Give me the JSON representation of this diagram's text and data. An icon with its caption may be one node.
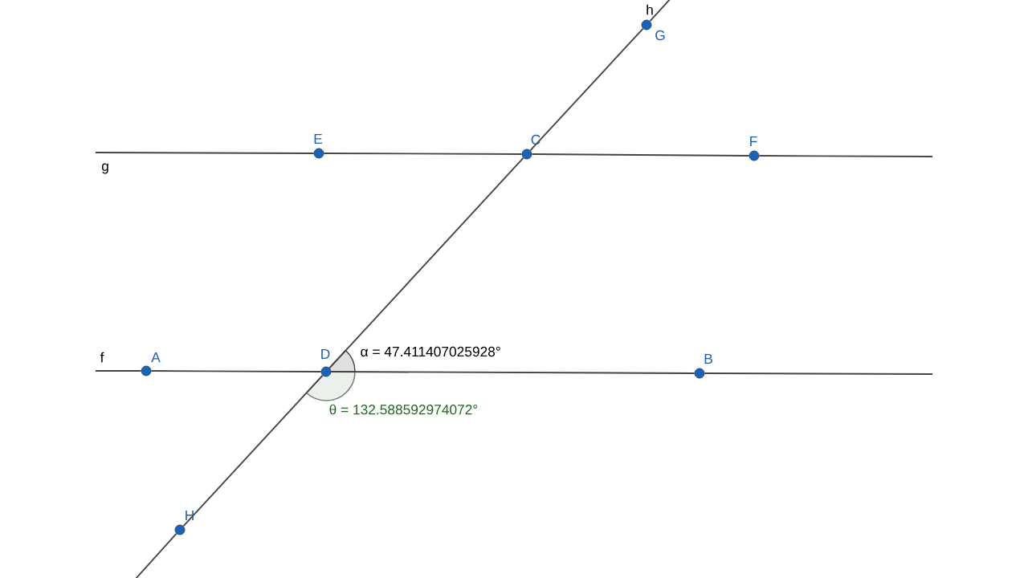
{
  "diagram": {
    "nodes": [
      {
        "text": [],
        "shape": "circle",
        "beside": [
          "G"
        ]
      },
      {
        "text": [],
        "shape": "circle",
        "beside": [
          "E"
        ]
      },
      {
        "text": [],
        "shape": "circle",
        "beside": [
          "C"
        ]
      },
      {
        "text": [],
        "shape": "circle",
        "beside": [
          "F"
        ]
      },
      {
        "text": [],
        "shape": "circle",
        "beside": [
          "A"
        ]
      },
      {
        "text": [],
        "shape": "circle",
        "beside": [
          "D"
        ]
      },
      {
        "text": [],
        "shape": "circle",
        "beside": [
          "B"
        ]
      },
      {
        "text": [],
        "shape": "circle",
        "beside": [
          "H"
        ]
      }
    ],
    "edges": [
      {
        "from": 1,
        "to": 2,
        "arrow": "none"
      },
      {
        "from": 2,
        "to": 3,
        "arrow": "none"
      },
      {
        "from": 4,
        "to": 5,
        "arrow": "none"
      },
      {
        "from": 5,
        "to": 6,
        "arrow": "none"
      },
      {
        "from": 0,
        "to": 2,
        "arrow": "none"
      },
      {
        "from": 2,
        "to": 5,
        "arrow": "none"
      },
      {
        "from": 5,
        "to": 7,
        "arrow": "none"
      },
      {
        "from": null,
        "to": 1,
        "arrow": "none"
      },
      {
        "from": 3,
        "to": null,
        "arrow": "none"
      },
      {
        "from": null,
        "to": 4,
        "arrow": "none"
      },
      {
        "from": 6,
        "to": null,
        "arrow": "none"
      },
      {
        "from": null,
        "to": 0,
        "arrow": "none"
      },
      {
        "from": 7,
        "to": null,
        "arrow": "none"
      }
    ],
    "labels": [
      "h",
      "g",
      "f",
      "α = 47.411407025928°",
      "θ = 132.588592974072°"
    ]
  }
}
